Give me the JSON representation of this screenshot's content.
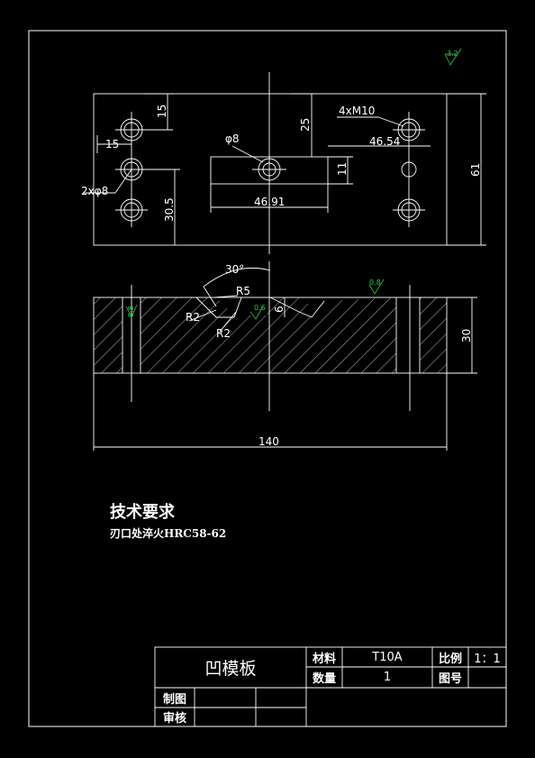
{
  "drawing": {
    "top_view": {
      "dims": {
        "d15_vertical": "15",
        "d15_horizontal": "15",
        "hole_2x8": "2xφ8",
        "d30_5": "30.5",
        "phi8": "φ8",
        "d25": "25",
        "d11": "11",
        "d46_91": "46.91",
        "thread_4xM10": "4xM10",
        "d46_54": "46.54",
        "d61": "61"
      }
    },
    "front_view": {
      "dims": {
        "angle30": "30°",
        "r5": "R5",
        "r2a": "R2",
        "r2b": "R2",
        "d6": "6",
        "d30": "30",
        "d140": "140"
      },
      "roughness": {
        "top_right": "3.2",
        "left": "0.8",
        "mid": "0.6",
        "right": "0.8"
      }
    }
  },
  "notes": {
    "title": "技术要求",
    "line1": "刃口处淬火HRC58-62"
  },
  "title_block": {
    "part_name": "凹模板",
    "material_label": "材料",
    "material_value": "T10A",
    "scale_label": "比例",
    "scale_value": "1：1",
    "quantity_label": "数量",
    "quantity_value": "1",
    "drawing_no_label": "图号",
    "drawn_label": "制图",
    "checked_label": "审核"
  }
}
